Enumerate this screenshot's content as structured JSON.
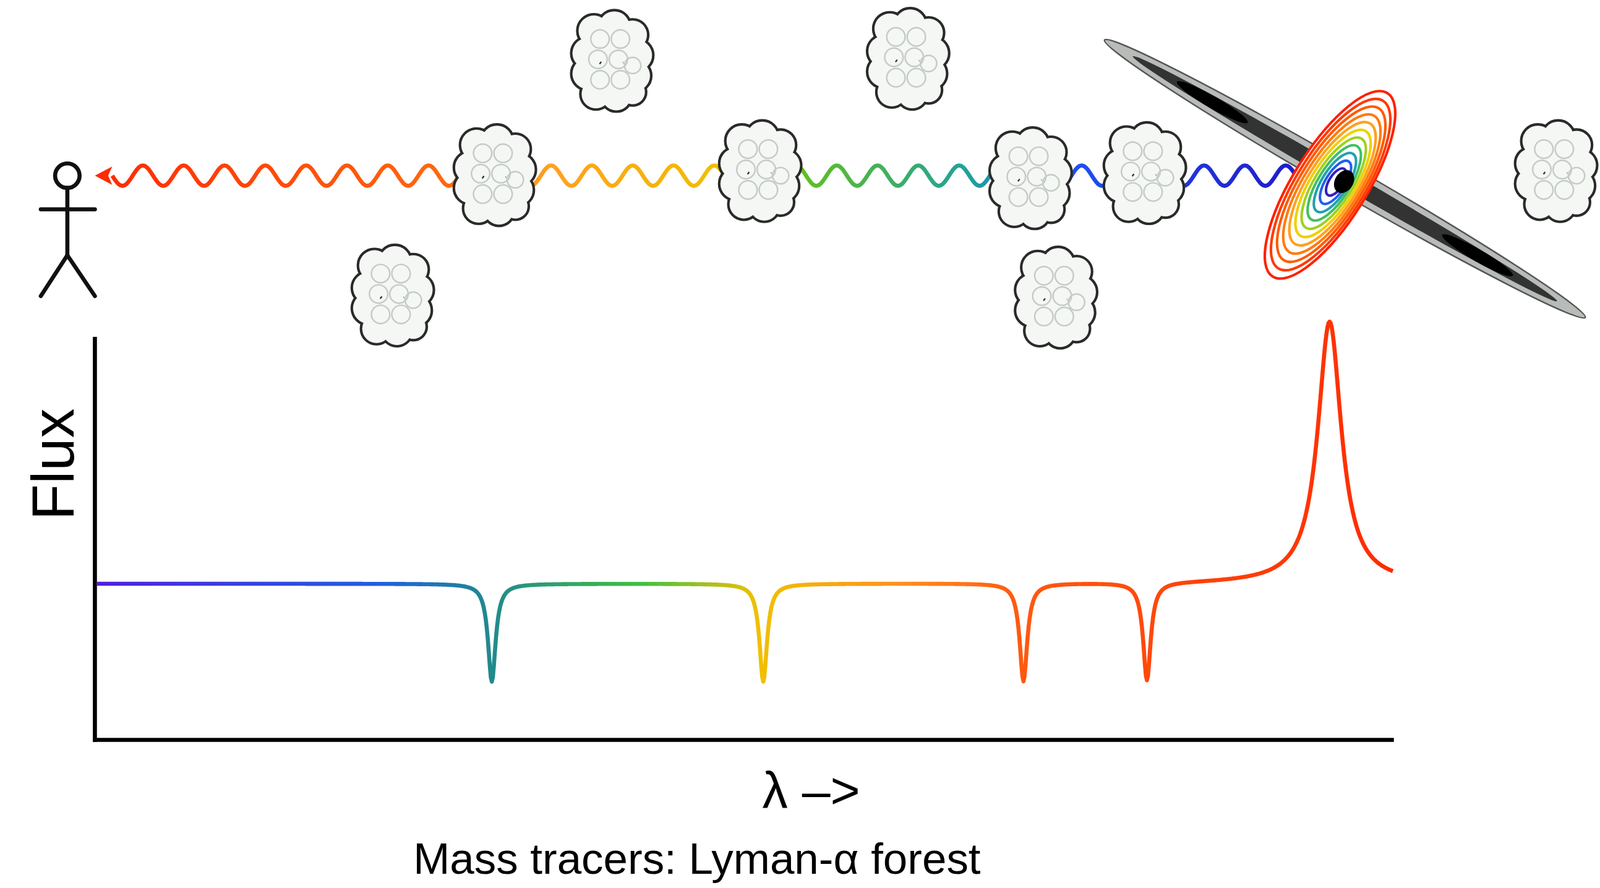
{
  "diagram": {
    "caption": "Mass tracers: Lyman-α forest",
    "labels": [
      "Flux",
      "λ –>"
    ]
  }
}
